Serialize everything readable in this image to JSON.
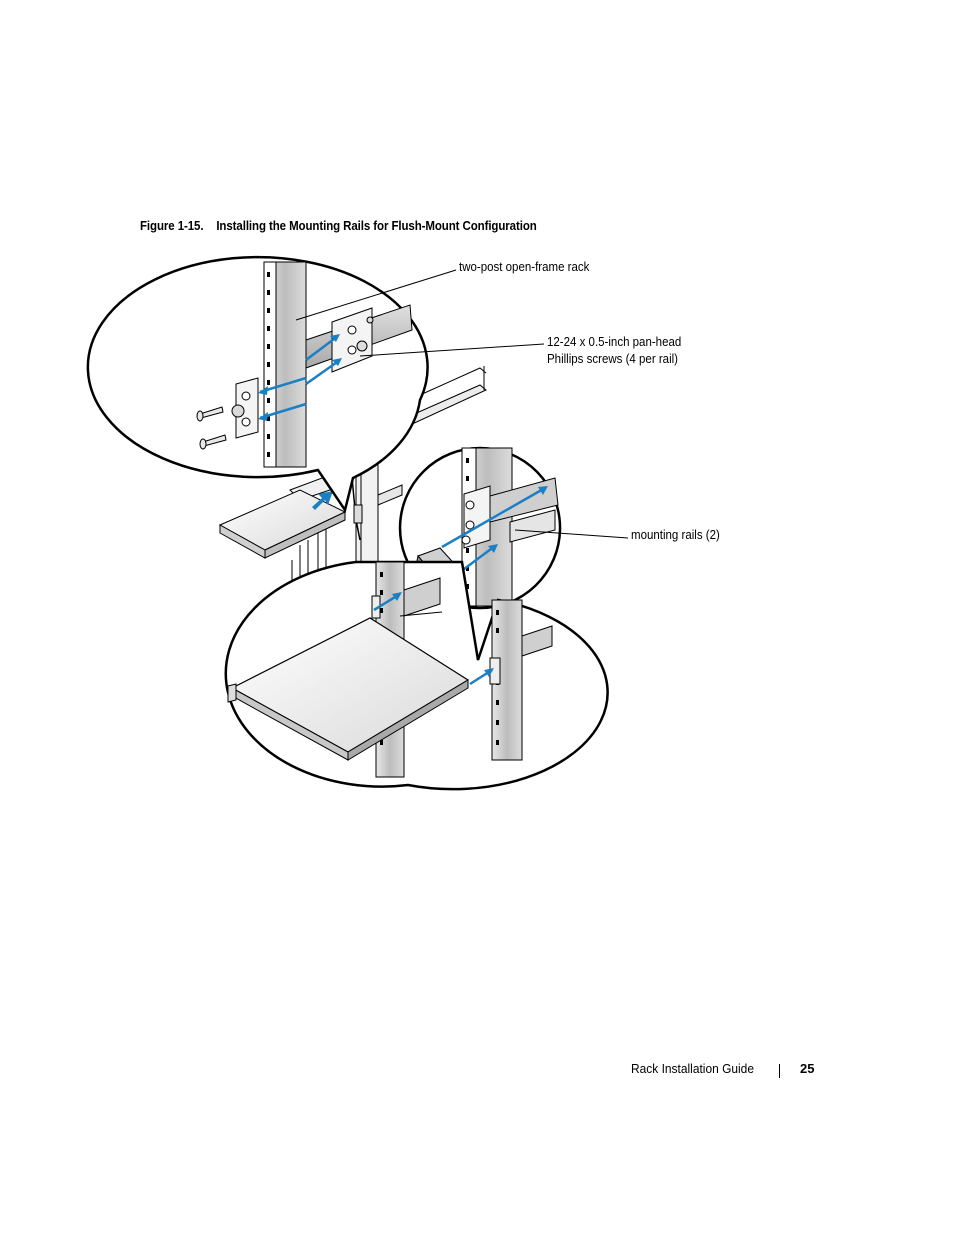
{
  "figure": {
    "number": "Figure 1-15.",
    "title": "Installing the Mounting Rails for Flush-Mount Configuration"
  },
  "callouts": {
    "rack": "two-post open-frame rack",
    "screws_line1": "12-24 x 0.5-inch pan-head",
    "screws_line2": "Phillips screws (4 per rail)",
    "rails": "mounting rails (2)"
  },
  "footer": {
    "guide_name": "Rack Installation Guide",
    "page_number": "25"
  },
  "colors": {
    "arrow_blue": "#1b7fc4",
    "line": "#000000",
    "rail_gray": "#c9c9c9"
  }
}
